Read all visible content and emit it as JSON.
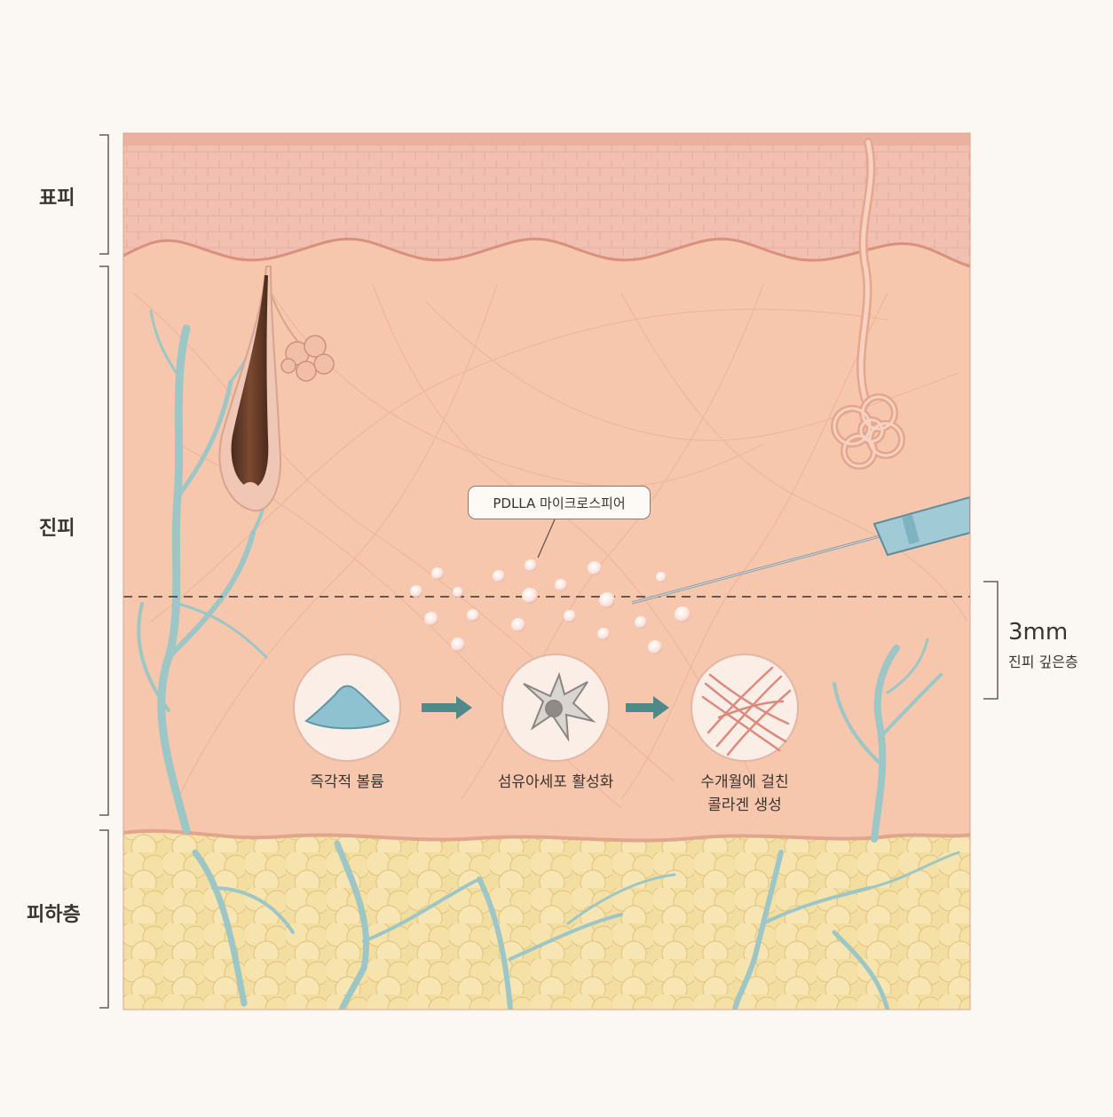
{
  "layers": {
    "epidermis": "표피",
    "dermis": "진피",
    "subcutaneous": "피하층"
  },
  "callout": "PDLLA 마이크로스피어",
  "depth": {
    "value": "3mm",
    "label": "진피 깊은층"
  },
  "steps": [
    {
      "label": "즉각적 볼륨",
      "icon": "volume-gel-icon"
    },
    {
      "label": "섬유아세포 활성화",
      "icon": "fibroblast-icon"
    },
    {
      "label_line1": "수개월에 걸친",
      "label_line2": "콜라겐 생성",
      "icon": "collagen-fibers-icon"
    }
  ],
  "colors": {
    "epidermis": "#f2c0b0",
    "dermis": "#f6c6ad",
    "fat": "#f3dea2",
    "vessel": "#9dc7c6",
    "hair": "#6b3f2a",
    "arrow": "#4f8a8b"
  }
}
